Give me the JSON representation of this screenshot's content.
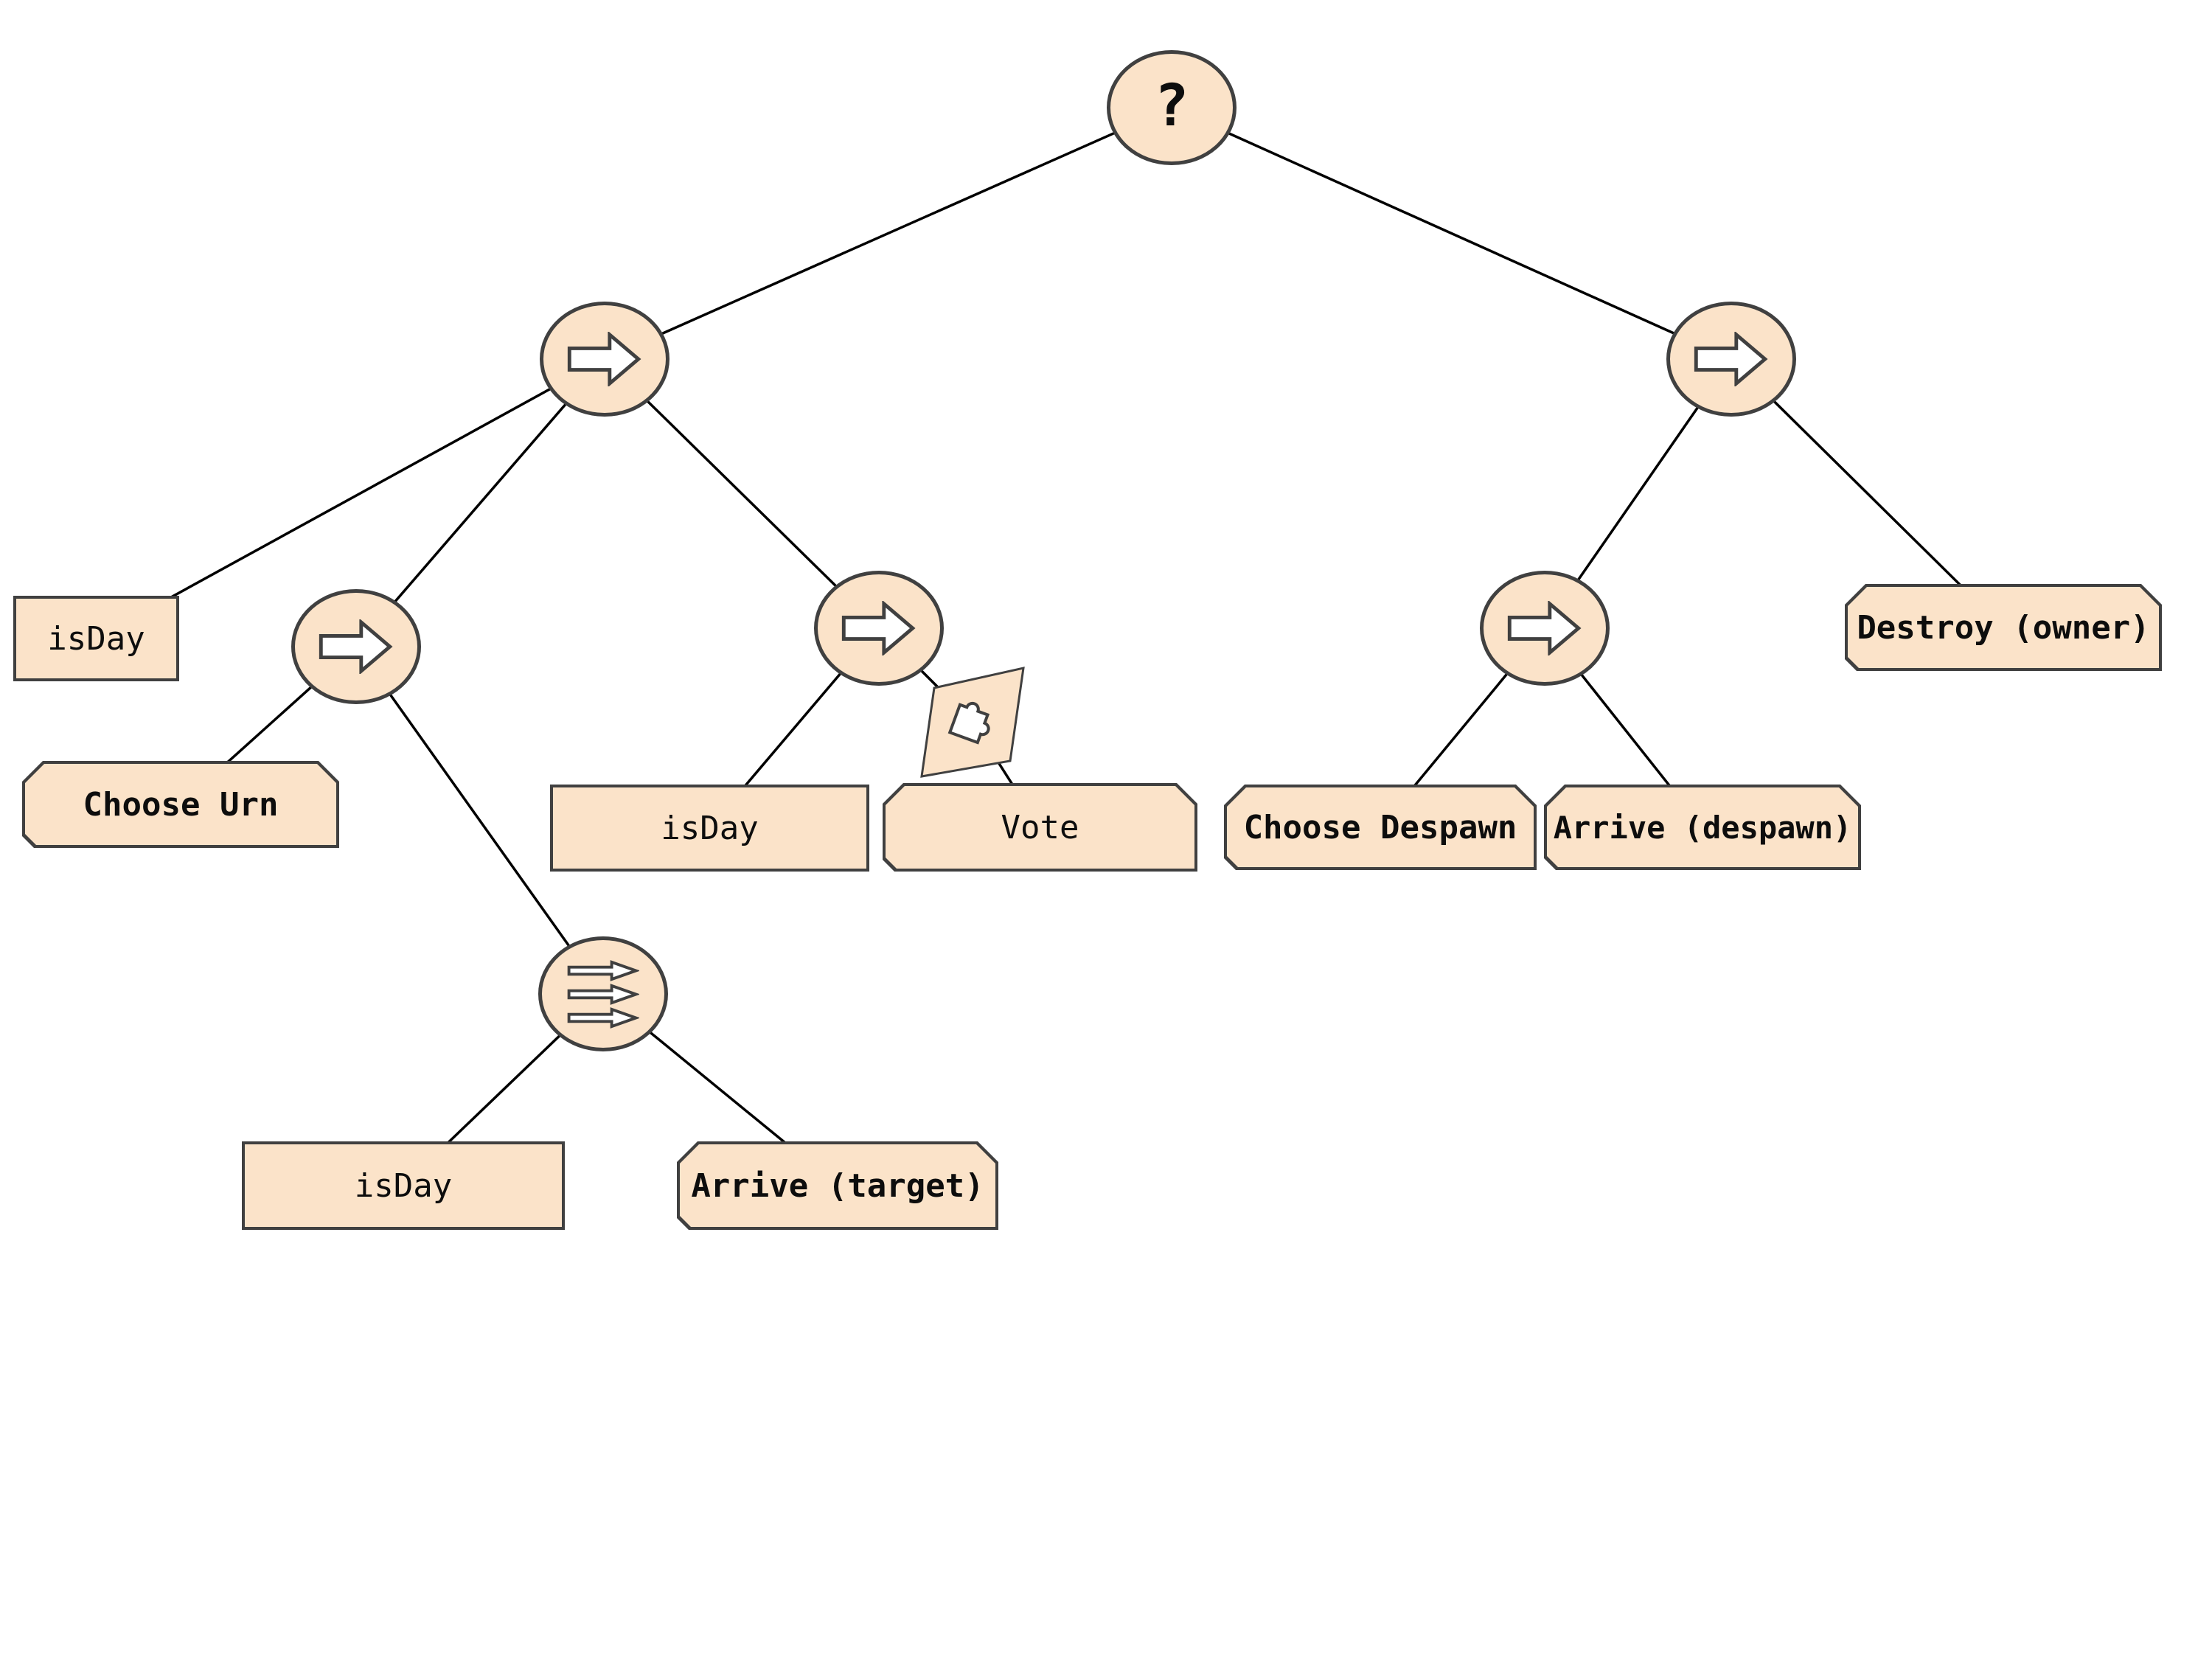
{
  "colors": {
    "background": "#FFFFFF",
    "node-fill": "#FBE3C9",
    "node-border": "#404040",
    "edge": "#000000",
    "icon-fill": "#FFFFFF",
    "text": "#0D0D0D"
  },
  "diagram": {
    "kind": "behavior-tree",
    "nodes": {
      "root": {
        "label": "?",
        "role": "selector"
      },
      "seq_left": {
        "role": "sequence",
        "icon": "arrow-right-icon"
      },
      "seq_right": {
        "role": "sequence",
        "icon": "arrow-right-icon"
      },
      "seq_inner_left": {
        "role": "sequence",
        "icon": "arrow-right-icon"
      },
      "seq_mid": {
        "role": "sequence",
        "icon": "arrow-right-icon"
      },
      "seq_inner_right": {
        "role": "sequence",
        "icon": "arrow-right-icon"
      },
      "parallel": {
        "role": "parallel",
        "icon": "triple-arrow-icon"
      },
      "subtree_marker": {
        "role": "subtree-link",
        "icon": "puzzle-icon"
      },
      "leaves": {
        "isday_left": {
          "label": "isDay",
          "shape": "rectangle",
          "bold": false
        },
        "choose_urn": {
          "label": "Choose Urn",
          "shape": "octagon",
          "bold": true
        },
        "isday_mid": {
          "label": "isDay",
          "shape": "rectangle",
          "bold": false
        },
        "vote": {
          "label": "Vote",
          "shape": "octagon",
          "bold": false
        },
        "choose_despawn": {
          "label": "Choose Despawn",
          "shape": "octagon",
          "bold": true
        },
        "arrive_despawn": {
          "label": "Arrive (despawn)",
          "shape": "octagon",
          "bold": true
        },
        "destroy_owner": {
          "label": "Destroy (owner)",
          "shape": "octagon",
          "bold": true
        },
        "isday_bottom": {
          "label": "isDay",
          "shape": "rectangle",
          "bold": false
        },
        "arrive_target": {
          "label": "Arrive (target)",
          "shape": "octagon",
          "bold": true
        }
      }
    },
    "edges": [
      [
        "root",
        "seq_left"
      ],
      [
        "root",
        "seq_right"
      ],
      [
        "seq_left",
        "isday_left"
      ],
      [
        "seq_left",
        "seq_inner_left"
      ],
      [
        "seq_left",
        "seq_mid"
      ],
      [
        "seq_inner_left",
        "choose_urn"
      ],
      [
        "seq_inner_left",
        "parallel"
      ],
      [
        "seq_mid",
        "isday_mid"
      ],
      [
        "seq_mid",
        "subtree_marker"
      ],
      [
        "subtree_marker",
        "vote"
      ],
      [
        "seq_right",
        "seq_inner_right"
      ],
      [
        "seq_right",
        "destroy_owner"
      ],
      [
        "seq_inner_right",
        "choose_despawn"
      ],
      [
        "seq_inner_right",
        "arrive_despawn"
      ],
      [
        "parallel",
        "isday_bottom"
      ],
      [
        "parallel",
        "arrive_target"
      ]
    ]
  }
}
